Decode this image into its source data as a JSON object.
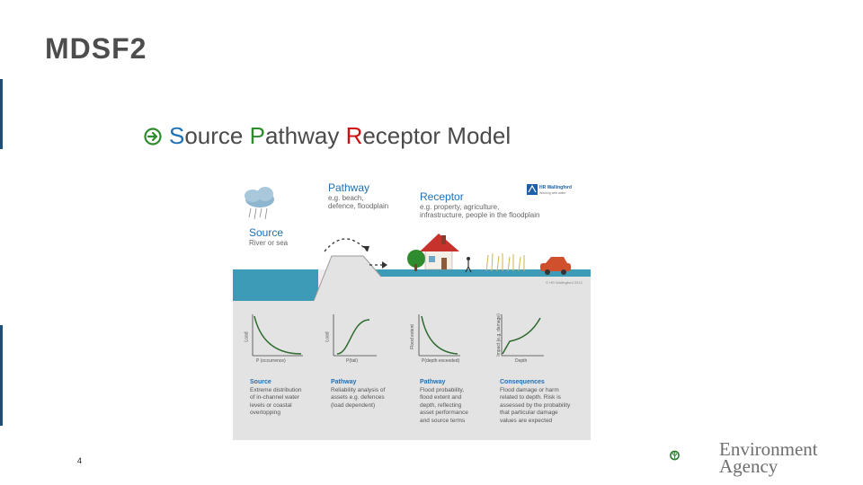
{
  "slide": {
    "title": "MDSF2",
    "subtitle": {
      "s_letter": "S",
      "s_rest": "ource ",
      "p_letter": "P",
      "p_rest": "athway ",
      "r_letter": "R",
      "r_rest": "eceptor Model"
    },
    "page_number": "4",
    "colors": {
      "source": "#1f6fb4",
      "pathway": "#2e8b2e",
      "receptor": "#d01010",
      "water": "#3d9bb8",
      "figure_bg": "#ededed"
    }
  },
  "figure": {
    "source_label": "Source",
    "source_sub": "River or sea",
    "pathway_label": "Pathway",
    "pathway_sub": "e.g. beach,\ndefence, floodplain",
    "receptor_label": "Receptor",
    "receptor_sub": "e.g. property, agriculture,\ninfrastructure, people in the floodplain",
    "hr_logo": "HR Wallingford",
    "hr_tagline": "Working with water",
    "copyright": "© HR Wallingford 2012",
    "graphs": [
      {
        "ylabel": "Load",
        "xlabel": "P (occurrence)"
      },
      {
        "ylabel": "Load",
        "xlabel": "P(fail)"
      },
      {
        "ylabel": "Flood extent",
        "xlabel": "P(depth exceeded)"
      },
      {
        "ylabel": "Impact (e.g. damage)",
        "xlabel": "Depth"
      }
    ],
    "captions": [
      {
        "title": "Source",
        "body": "Extreme distribution\nof in-channel water\nlevels or coastal\novertopping"
      },
      {
        "title": "Pathway",
        "body": "Reliability analysis of\nassets e.g. defences\n(load dependent)"
      },
      {
        "title": "Pathway",
        "body": "Flood probability,\nflood extent and\ndepth, reflecting\nasset performance\nand source terms"
      },
      {
        "title": "Consequences",
        "body": "Flood damage or harm\nrelated to depth. Risk is\nassessed by the probability\nthat particular damage\nvalues are expected"
      }
    ]
  },
  "logo": {
    "line1": "Environment",
    "line2": "Agency"
  }
}
